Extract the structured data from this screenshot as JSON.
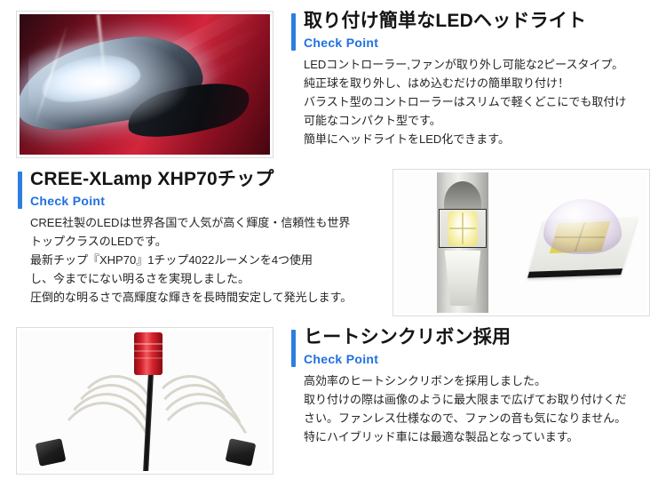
{
  "page": {
    "background_color": "#ffffff",
    "accent_color": "#2e7de0",
    "checkpoint_color": "#2070e0"
  },
  "sections": [
    {
      "id": "easy-install-led-headlight",
      "title": "取り付け簡単なLEDヘッドライト",
      "checkpoint_label": "Check Point",
      "body_lines": [
        "LEDコントローラー,ファンが取り外し可能な2ピースタイプ。",
        "純正球を取り外し、はめ込むだけの簡単取り付け！",
        "バラスト型のコントローラーはスリムで軽くどこにでも取付け",
        "可能なコンパクト型です。",
        "簡単にヘッドライトをLED化できます。"
      ],
      "image": {
        "name": "red-car-led-headlight-photo",
        "alt": "赤い車のLEDヘッドライト点灯画像"
      }
    },
    {
      "id": "cree-xlamp-xhp70-chip",
      "title": "CREE-XLamp XHP70チップ",
      "checkpoint_label": "Check Point",
      "body_lines": [
        "CREE社製のLEDは世界各国で人気が高く輝度・信頼性も世界",
        "トップクラスのLEDです。",
        "最新チップ『XHP70』1チップ4022ルーメンを4つ使用",
        "し、今までにない明るさを実現しました。",
        "圧倒的な明るさで高輝度な輝きを長時間安定して発光します。"
      ],
      "image": {
        "name": "cree-xhp70-led-chip-photo",
        "alt": "CREE XHP70 LEDチップの拡大画像"
      }
    },
    {
      "id": "heat-sink-ribbon",
      "title": "ヒートシンクリボン採用",
      "checkpoint_label": "Check Point",
      "body_lines": [
        "高効率のヒートシンクリボンを採用しました。",
        "取り付けの際は画像のように最大限まで広げてお取り付けくだ",
        "さい。ファンレス仕様なので、ファンの音も気になりません。",
        "特にハイブリッド車には最適な製品となっています。"
      ],
      "image": {
        "name": "heat-sink-ribbon-bulb-photo",
        "alt": "ヒートシンクリボンLEDバルブの画像"
      }
    }
  ]
}
